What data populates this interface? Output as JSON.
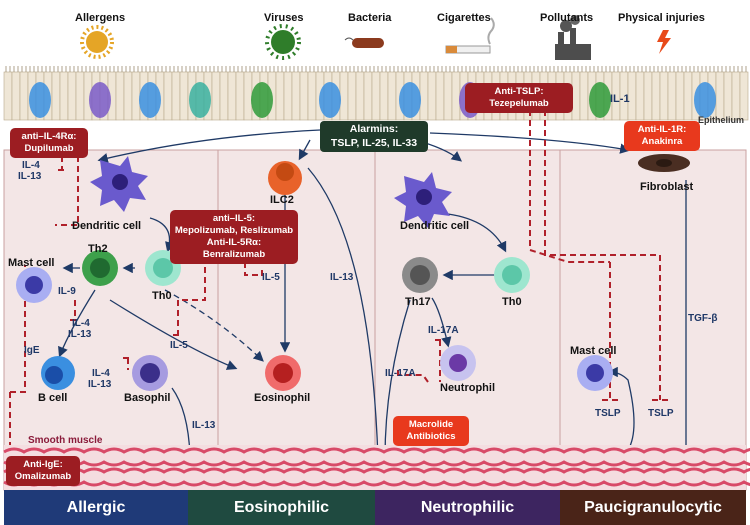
{
  "triggers": [
    "Allergens",
    "Viruses",
    "Bacteria",
    "Cigarettes",
    "Pollutants",
    "Physical injuries"
  ],
  "epithelium_label": "Epithelium",
  "alarmins": {
    "title": "Alarmins:",
    "text": "TSLP, IL-25, IL-33"
  },
  "drugs": {
    "il4ra": {
      "line1": "anti–IL-4Rα:",
      "line2": "Dupilumab"
    },
    "il5": {
      "line1": "anti–IL-5:",
      "line2": "Mepolizumab, Reslizumab",
      "line3": "Anti-IL-5Rα:",
      "line4": "Benralizumab"
    },
    "tslp": {
      "line1": "Anti-TSLP:",
      "line2": "Tezepelumab"
    },
    "il1r": {
      "line1": "Anti-IL-1R:",
      "line2": "Anakinra"
    },
    "ige": {
      "line1": "Anti-IgE:",
      "line2": "Omalizumab"
    },
    "macrolide": {
      "line1": "Macrolide",
      "line2": "Antibiotics"
    }
  },
  "cells": {
    "dc1": "Dendritic cell",
    "ilc2": "ILC2",
    "dc2": "Dendritic cell",
    "fibroblast": "Fibroblast",
    "th2": "Th2",
    "th0a": "Th0",
    "mast1": "Mast cell",
    "bcell": "B cell",
    "basophil": "Basophil",
    "eosinophil": "Eosinophil",
    "th17": "Th17",
    "th0b": "Th0",
    "neutrophil": "Neutrophil",
    "mast2": "Mast cell"
  },
  "cytokines": {
    "il4a": "IL-4",
    "il13a": "IL-13",
    "il9": "IL-9",
    "ige": "IgE",
    "il4b": "IL-4",
    "il13b": "IL-13",
    "il4c": "IL-4",
    "il13c": "IL-13",
    "il5a": "IL-5",
    "il5b": "IL-5",
    "il13d": "IL-13",
    "il13e": "IL-13",
    "il17a1": "IL-17A",
    "il17a2": "IL-17A",
    "il1": "IL-1",
    "tgfb": "TGF-β",
    "tslp1": "TSLP",
    "tslp2": "TSLP"
  },
  "smooth_muscle": "Smooth muscle",
  "phenotypes": [
    {
      "label": "Allergic",
      "color": "#1f3a78"
    },
    {
      "label": "Eosinophilic",
      "color": "#1f4a40"
    },
    {
      "label": "Neutrophilic",
      "color": "#3d2560"
    },
    {
      "label": "Paucigranulocytic",
      "color": "#4a2418"
    }
  ],
  "colors": {
    "drug": "#9c1d22",
    "drug_bright": "#e8391d",
    "panel": "#f3e6e6",
    "muscle": "#e0607a",
    "arrow": "#1f3a66"
  }
}
